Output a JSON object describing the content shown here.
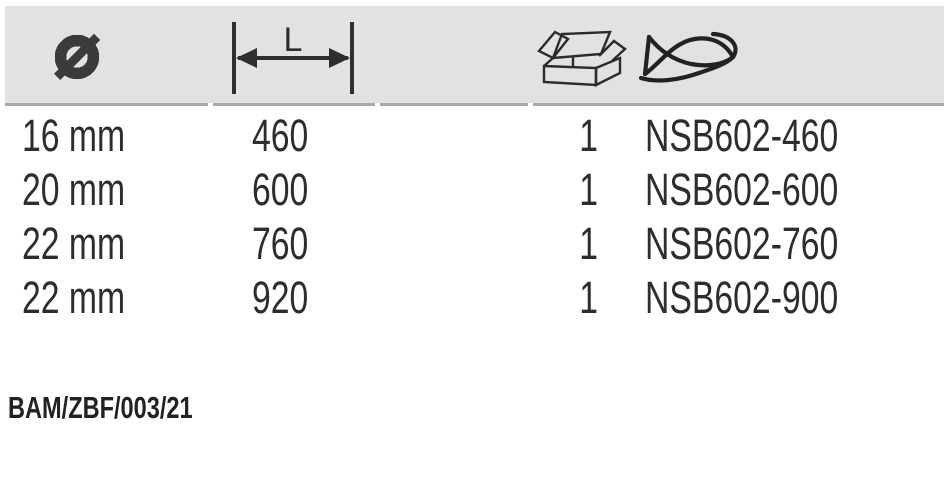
{
  "header": {
    "columns": [
      {
        "id": "diameter",
        "icon": "diameter-icon"
      },
      {
        "id": "length",
        "icon": "length-arrow-icon",
        "label": "L"
      },
      {
        "id": "pack_qty",
        "icon": "open-box-icon"
      },
      {
        "id": "article_code",
        "icon": "fish-logo-icon"
      }
    ]
  },
  "table": {
    "rows": [
      {
        "diameter": "16 mm",
        "length": "460",
        "pack_qty": "1",
        "code": "NSB602-460"
      },
      {
        "diameter": "20 mm",
        "length": "600",
        "pack_qty": "1",
        "code": "NSB602-600"
      },
      {
        "diameter": "22 mm",
        "length": "760",
        "pack_qty": "1",
        "code": "NSB602-760"
      },
      {
        "diameter": "22 mm",
        "length": "920",
        "pack_qty": "1",
        "code": "NSB602-900"
      }
    ]
  },
  "footer": {
    "reference": "BAM/ZBF/003/21"
  },
  "colors": {
    "header_bg": "#e2e2e1",
    "divider": "#a8a8a8",
    "text": "#2d2d2d",
    "icon_stroke": "#2b2b2b",
    "page_bg": "#ffffff"
  }
}
